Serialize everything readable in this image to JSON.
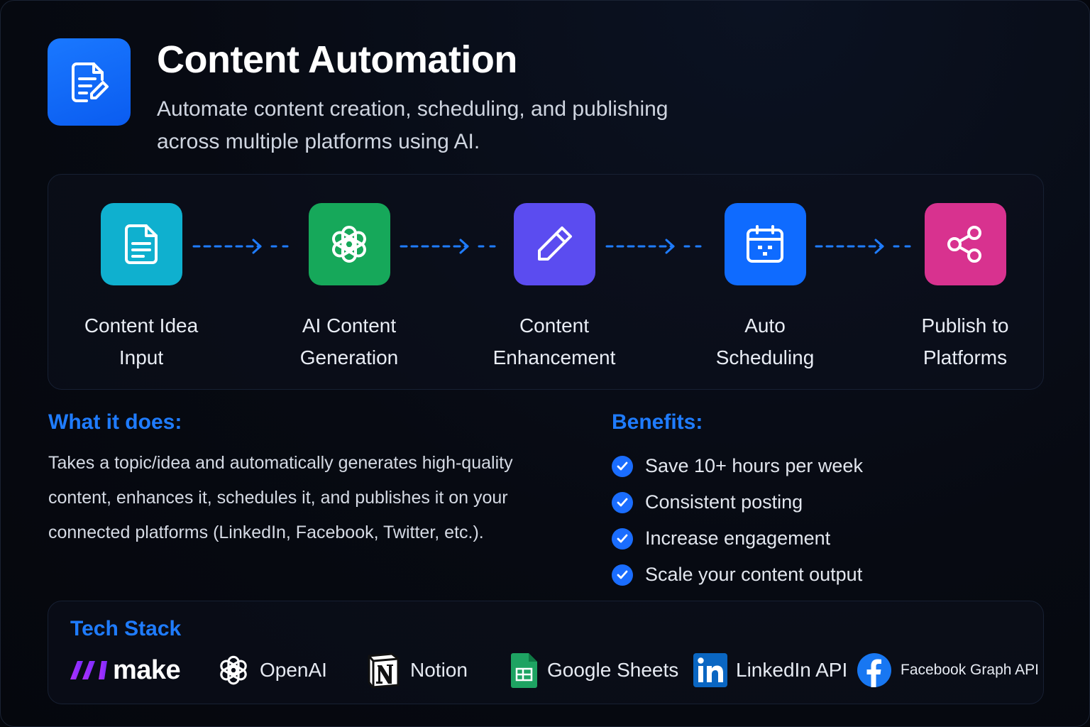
{
  "header": {
    "icon": "document-edit-icon",
    "title": "Content Automation",
    "subtitle_lines": [
      "Automate content creation, scheduling, and publishing",
      "across multiple platforms using AI."
    ]
  },
  "workflow": {
    "steps": [
      {
        "icon": "document-icon",
        "color": "#0fb0cf",
        "label_lines": [
          "Content Idea",
          "Input"
        ]
      },
      {
        "icon": "openai-icon",
        "color": "#16a85a",
        "label_lines": [
          "AI Content",
          "Generation"
        ]
      },
      {
        "icon": "pencil-icon",
        "color": "#5b4cf0",
        "label_lines": [
          "Content",
          "Enhancement"
        ]
      },
      {
        "icon": "calendar-icon",
        "color": "#0f6bff",
        "label_lines": [
          "Auto",
          "Scheduling"
        ]
      },
      {
        "icon": "share-icon",
        "color": "#d8328f",
        "label_lines": [
          "Publish to",
          "Platforms"
        ]
      }
    ],
    "arrow_color": "#1f7cff"
  },
  "what_it_does": {
    "heading": "What it does:",
    "lines": [
      "Takes a topic/idea and automatically generates high-quality",
      "content, enhances it, schedules it, and publishes it on your",
      "connected platforms (LinkedIn, Facebook, Twitter, etc.)."
    ]
  },
  "benefits": {
    "heading": "Benefits:",
    "items": [
      "Save 10+ hours per week",
      "Consistent posting",
      "Increase engagement",
      "Scale your content output"
    ]
  },
  "tech_stack": {
    "heading": "Tech Stack",
    "tools": [
      {
        "icon": "make-logo",
        "label": "make"
      },
      {
        "icon": "openai-logo",
        "label": "OpenAI"
      },
      {
        "icon": "notion-logo",
        "label": "Notion"
      },
      {
        "icon": "google-sheets-logo",
        "label": "Google Sheets"
      },
      {
        "icon": "linkedin-logo",
        "label": "LinkedIn API"
      },
      {
        "icon": "facebook-logo",
        "label": "Facebook Graph API"
      }
    ]
  },
  "colors": {
    "accent": "#1f7cff",
    "background": "#05070d"
  }
}
